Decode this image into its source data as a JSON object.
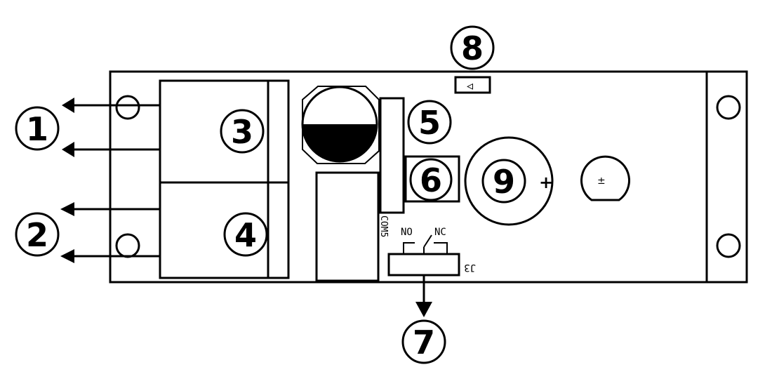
{
  "callouts": [
    "1",
    "2",
    "3",
    "4",
    "5",
    "6",
    "7",
    "8",
    "9"
  ],
  "labels": {
    "no": "NO",
    "nc": "NC",
    "j3": "J3",
    "com5": "COM5",
    "plus": "+",
    "buzzer_mark": "±",
    "switch_mark": "◃"
  }
}
